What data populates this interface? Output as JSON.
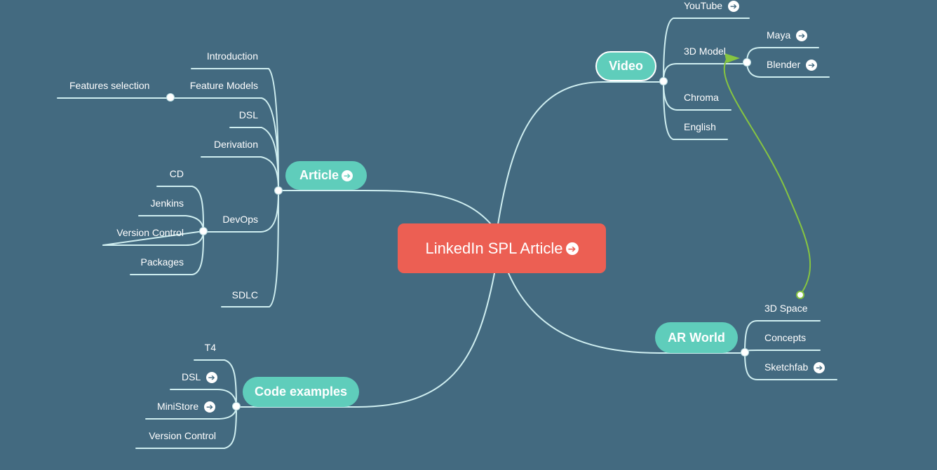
{
  "central": {
    "title": "LinkedIn SPL Article",
    "icon": "arrow-link-icon"
  },
  "topics": {
    "article": {
      "label": "Article",
      "children": [
        "Introduction",
        "Feature Models",
        "DSL",
        "Derivation",
        "DevOps",
        "SDLC"
      ],
      "feature_models_child": "Features selection",
      "devops_children": [
        "CD",
        "Jenkins",
        "Version Control",
        "Packages"
      ]
    },
    "code": {
      "label": "Code examples",
      "children": [
        "T4",
        "DSL",
        "MiniStore",
        "Version Control"
      ]
    },
    "video": {
      "label": "Video",
      "children": [
        "YouTube",
        "3D Model",
        "Chroma",
        "English"
      ],
      "model_children": [
        "Maya",
        "Blender"
      ]
    },
    "ar": {
      "label": "AR World",
      "children": [
        "3D Space",
        "Concepts",
        "Sketchfab"
      ]
    }
  },
  "colors": {
    "background": "#436a80",
    "central": "#ec5f53",
    "topic": "#5fcdbb",
    "connector": "#cfeef0",
    "relation": "#86c541"
  }
}
